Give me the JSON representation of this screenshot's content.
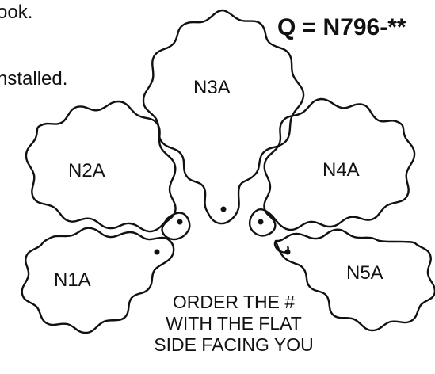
{
  "fragments": {
    "line1": "ook.",
    "line2": "nstalled."
  },
  "part_code": "Q = N796-**",
  "pieces": [
    {
      "id": "N3A",
      "label": "N3A"
    },
    {
      "id": "N2A",
      "label": "N2A"
    },
    {
      "id": "N4A",
      "label": "N4A"
    },
    {
      "id": "N1A",
      "label": "N1A"
    },
    {
      "id": "N5A",
      "label": "N5A"
    }
  ],
  "instructions": {
    "line1": "ORDER THE #",
    "line2": "WITH THE FLAT",
    "line3": "SIDE FACING YOU"
  }
}
